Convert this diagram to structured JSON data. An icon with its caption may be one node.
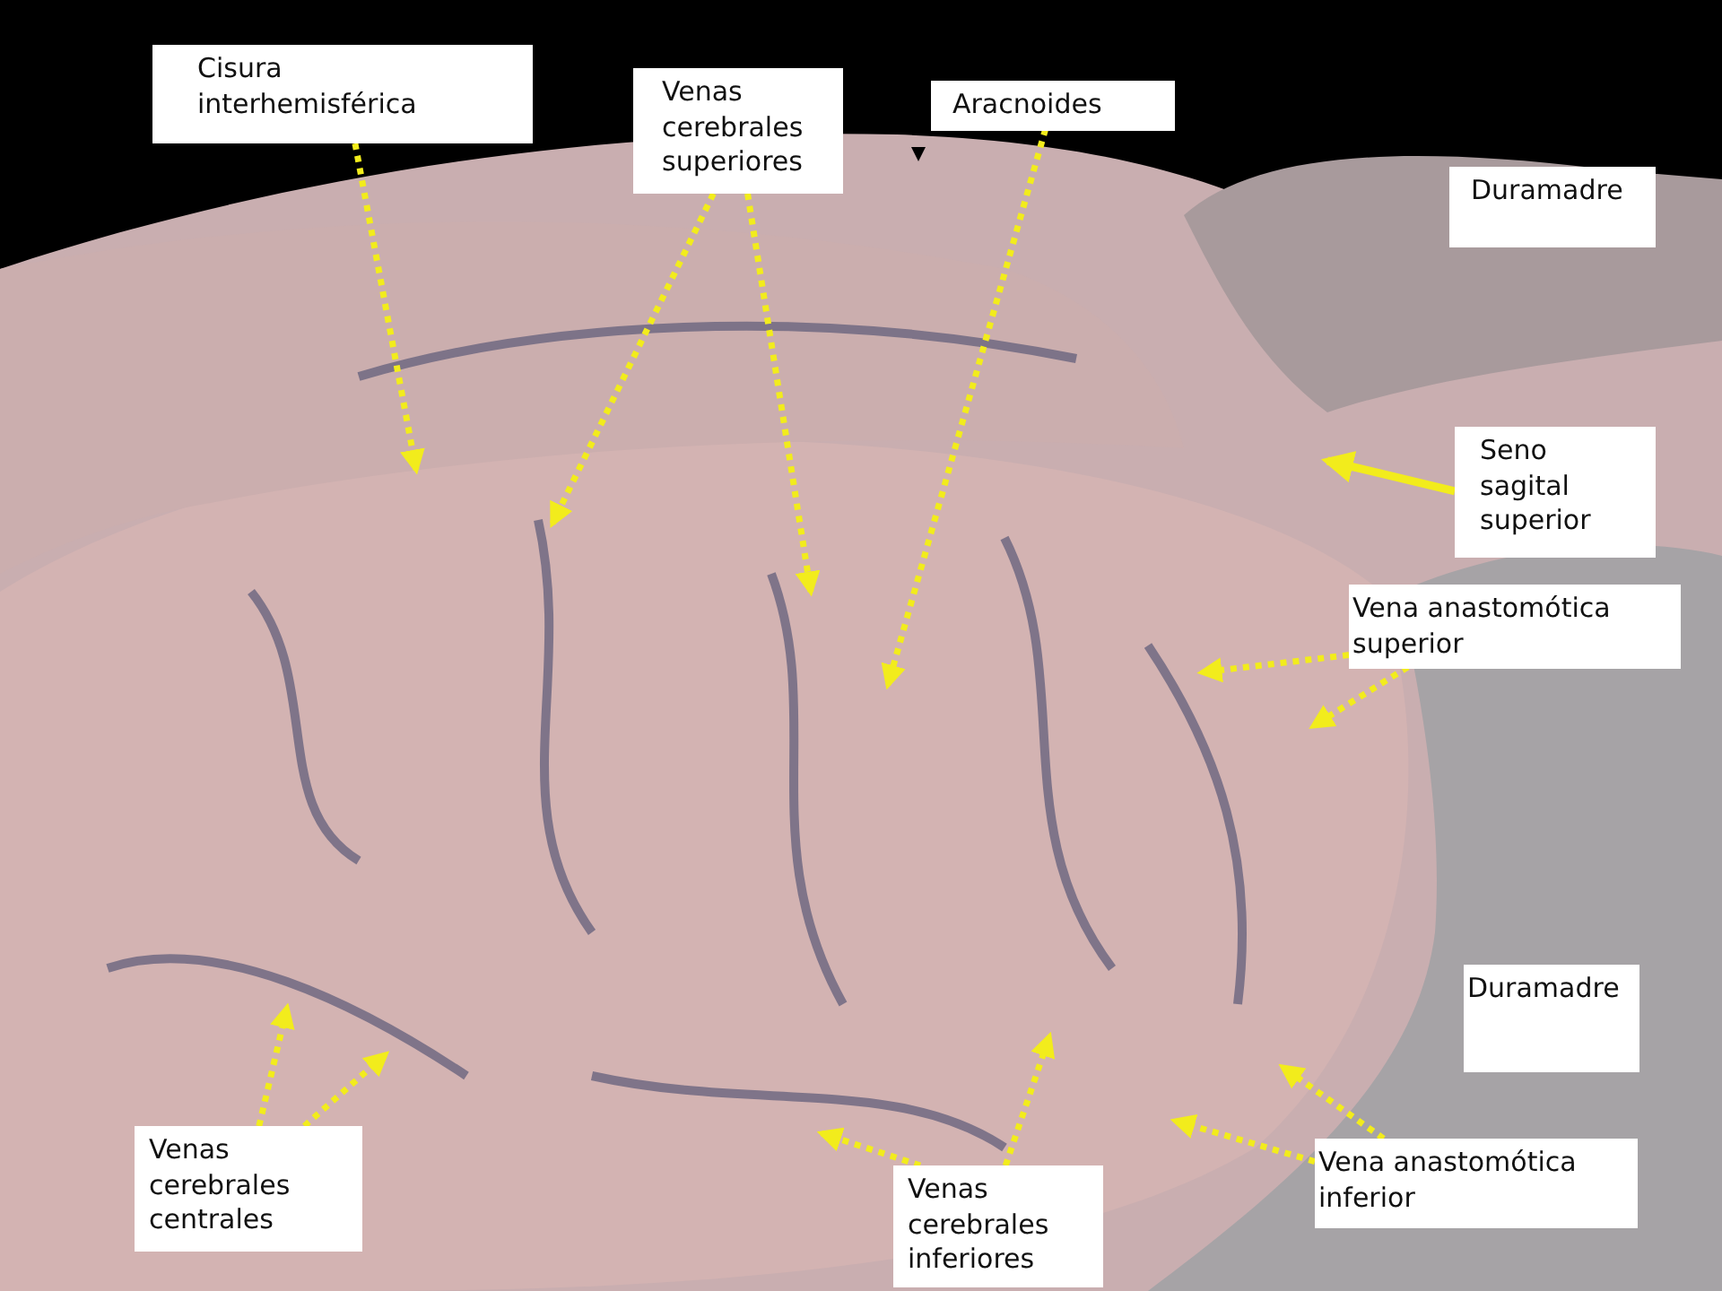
{
  "diagram": {
    "nodes": [
      {
        "text": [
          "Cisura interhemisférica"
        ]
      },
      {
        "text": [
          "Venas cerebrales superiores"
        ]
      },
      {
        "text": [
          "Aracnoides"
        ]
      },
      {
        "text": [
          "Duramadre"
        ]
      },
      {
        "text": [
          "Seno sagital superior"
        ]
      },
      {
        "text": [
          "Vena anastomótica superior"
        ]
      },
      {
        "text": [
          "Duramadre"
        ]
      },
      {
        "text": [
          "Venas cerebrales centrales"
        ]
      },
      {
        "text": [
          "Venas cerebrales inferiores"
        ]
      },
      {
        "text": [
          "Vena anastomótica inferior"
        ]
      }
    ],
    "edges": [
      {
        "from": 0,
        "to": null,
        "arrow": "to",
        "style": "dashed"
      },
      {
        "from": 1,
        "to": null,
        "arrow": "to",
        "style": "dashed"
      },
      {
        "from": 1,
        "to": null,
        "arrow": "to",
        "style": "dashed"
      },
      {
        "from": 2,
        "to": null,
        "arrow": "to",
        "style": "dashed"
      },
      {
        "from": 4,
        "to": null,
        "arrow": "to"
      },
      {
        "from": 5,
        "to": null,
        "arrow": "to",
        "style": "dashed"
      },
      {
        "from": 5,
        "to": null,
        "arrow": "to",
        "style": "dashed"
      },
      {
        "from": 7,
        "to": null,
        "arrow": "to",
        "style": "dashed"
      },
      {
        "from": 7,
        "to": null,
        "arrow": "to",
        "style": "dashed"
      },
      {
        "from": 8,
        "to": null,
        "arrow": "to",
        "style": "dashed"
      },
      {
        "from": 8,
        "to": null,
        "arrow": "to",
        "style": "dashed"
      },
      {
        "from": 9,
        "to": null,
        "arrow": "to",
        "style": "dashed"
      },
      {
        "from": 9,
        "to": null,
        "arrow": "to",
        "style": "dashed"
      }
    ]
  }
}
